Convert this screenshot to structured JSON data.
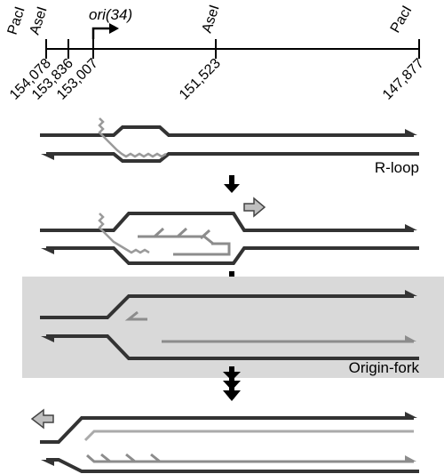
{
  "map": {
    "site_labels": [
      "PacI",
      "AseI",
      "AseI",
      "PacI"
    ],
    "origin_label": "ori(34)",
    "coordinates": [
      "154,078",
      "153,836",
      "153,007",
      "151,523",
      "147,877"
    ]
  },
  "stages": [
    {
      "label": "R-loop"
    },
    {
      "label": ""
    },
    {
      "label": "Origin-fork"
    },
    {
      "label": ""
    }
  ],
  "colors": {
    "dna_dark": "#333333",
    "dna_new": "#8c8c8c",
    "rna": "#9a9a9a",
    "highlight_bg": "#d9d9d9",
    "open_arrow_fill": "#bfbfbf"
  }
}
